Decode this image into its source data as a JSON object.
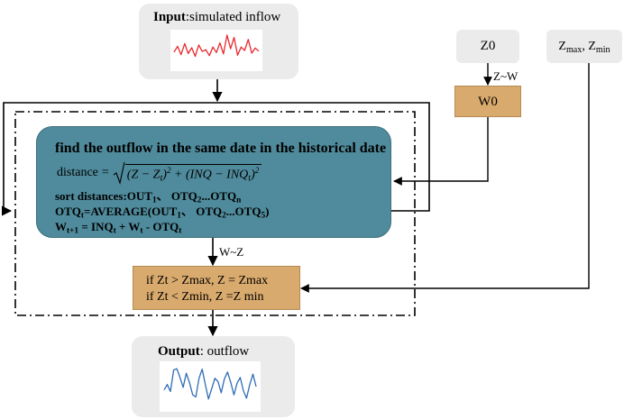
{
  "input": {
    "prefix": "Input",
    "suffix": ":simulated inflow",
    "series": [
      0.45,
      0.62,
      0.38,
      0.7,
      0.41,
      0.58,
      0.33,
      0.66,
      0.47,
      0.52,
      0.35,
      0.6,
      0.44,
      0.72,
      0.4,
      0.95,
      0.55,
      0.88,
      0.36,
      0.6,
      0.5,
      0.82,
      0.42,
      0.57,
      0.48
    ],
    "color": "#e8292e"
  },
  "z0": {
    "label": "Z0"
  },
  "zlimits": {
    "zmax": "Z",
    "zmax_sub": "max",
    "sep": ", ",
    "zmin": "Z",
    "zmin_sub": "min"
  },
  "edge_zw": {
    "label": "Z~W"
  },
  "w0": {
    "label": "W0"
  },
  "process": {
    "title": "find the outflow in the same date in the historical date",
    "formula_lhs": "distance",
    "sort_prefix": "sort distances:OUT",
    "sort_sub1": "1",
    "sort_mid": "、 OTQ",
    "sort_sub2": "2",
    "sort_tail": "...OTQ",
    "sort_subn": "n",
    "otq_prefix": "OTQ",
    "otq_sub": "t",
    "otq_mid": "=AVERAGE(OUT",
    "otq_sub1": "1",
    "otq_mid2": "、 OTQ",
    "otq_sub2": "2",
    "otq_tail": "...OTQ",
    "otq_sub5": "5",
    "otq_end": ")",
    "w_prefix": "W",
    "w_sub": "t+1",
    "w_mid": " = INQ",
    "w_sub2": "t",
    "w_mid2": " + W",
    "w_sub3": "t",
    "w_mid3": " - OTQ",
    "w_sub4": "t"
  },
  "edge_wz": {
    "label": "W~Z"
  },
  "limit": {
    "line1": "if Zt > Zmax, Z = Zmax",
    "line2": "if Zt < Zmin, Z =Z min"
  },
  "output": {
    "prefix": "Output",
    "suffix": ": outflow",
    "series": [
      0.42,
      0.55,
      0.38,
      0.9,
      0.93,
      0.72,
      0.48,
      0.82,
      0.6,
      0.3,
      0.25,
      0.7,
      0.92,
      0.55,
      0.2,
      0.45,
      0.7,
      0.62,
      0.35,
      0.68,
      0.85,
      0.6,
      0.3,
      0.58,
      0.72,
      0.4,
      0.22,
      0.55,
      0.8,
      0.5
    ],
    "color": "#2e6db6"
  },
  "colors": {
    "teal": "#4f8b9c",
    "tan": "#d9aa6d",
    "gray": "#ebebeb"
  }
}
